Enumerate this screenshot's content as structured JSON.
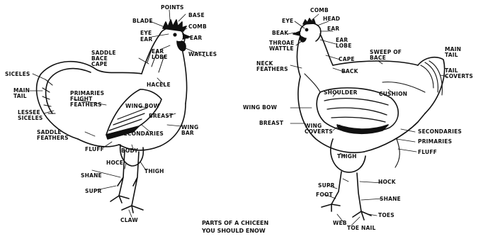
{
  "caption": {
    "line1": "PARTS OF A CHICEEN",
    "line2": "YOU SHOULD ENOW"
  },
  "rooster": {
    "points": "POINTS",
    "blade": "BLADE",
    "base": "BASE",
    "comb": "COMB",
    "eye": "EYE",
    "ear": "EAR",
    "ear2": "EAR",
    "ear_lobe": "EAR\nLOBE",
    "wattles": "WATTLES",
    "saddle_back_cape": "SADDLE\nBACE\nCAPE",
    "sickles": "SICELES",
    "main_tail": "MAIN\nTAIL",
    "lesser_sickles": "LESSEE\nSICELES",
    "saddle_feathers": "SADDLE\nFEATHERS",
    "primaries_flight": "PRIMARIES\nFLIGHT\nFEATHERS",
    "hackle": "HACELE",
    "wing_bow": "WING BOW",
    "breast": "BREAST",
    "secondaries": "SECONDARIES",
    "wing_bar": "WING\nBAR",
    "fluff": "FLUFF",
    "body": "BODY",
    "hock": "HOCE",
    "shank": "SHANE",
    "spur": "SUPR",
    "thigh": "THIGH",
    "claw": "CLAW"
  },
  "hen": {
    "comb": "COMB",
    "head": "HEAD",
    "eye": "EYE",
    "ear": "EAR",
    "beak": "BEAK",
    "ear_lobe": "EAR\nLOBE",
    "throat_wattle": "THROAE\nWATTLE",
    "cape": "CAPE",
    "sweep_of_back": "SWEEP OF\nBACE",
    "main_tail": "MAIN\nTAIL",
    "tail_coverts": "TAIL\nCOVERTS",
    "neck_feathers": "NECK\nFEATHERS",
    "back": "BACK",
    "shoulder": "SHOULDER",
    "cushion": "CUSHION",
    "wing_bow": "WING BOW",
    "breast": "BREAST",
    "wing_coverts": "WING\nCOVERTS",
    "secondaries": "SECONDARIES",
    "primaries": "PRIMARIES",
    "fluff": "FLUFF",
    "thigh": "THIGH",
    "hock": "HOCK",
    "spur": "SUPR",
    "foot": "FOOT",
    "shank": "SHANE",
    "toes": "TOES",
    "web": "WEB",
    "toe_nail": "TOE NAIL"
  }
}
